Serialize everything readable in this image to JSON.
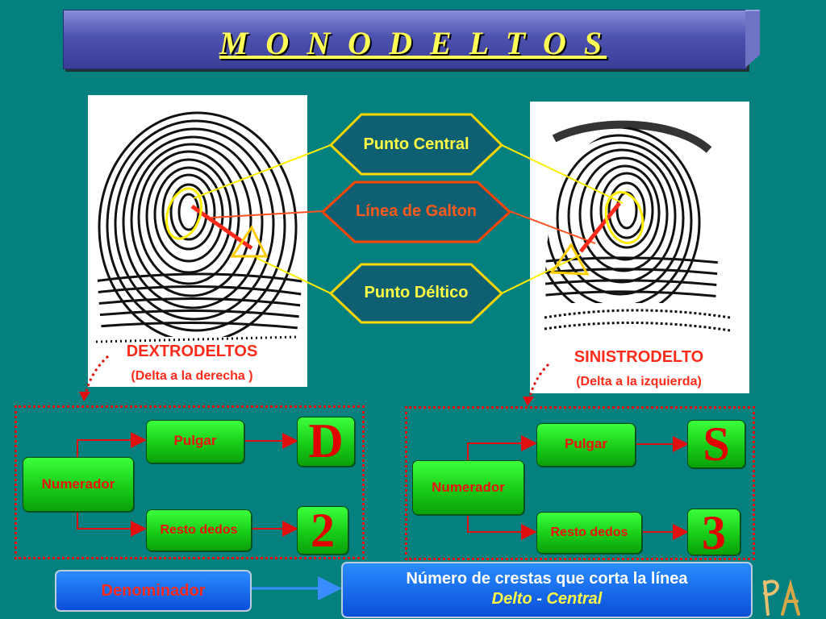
{
  "title": "M O N O D E L T O S",
  "hexagons": {
    "central": "Punto Central",
    "galton": "Línea de Galton",
    "deltico": "Punto Déltico"
  },
  "left": {
    "caption": "DEXTRODELTOS",
    "subcaption": "(Delta a la derecha )",
    "numerador": "Numerador",
    "pulgar": "Pulgar",
    "resto": "Resto dedos",
    "letter": "D",
    "number": "2"
  },
  "right": {
    "caption": "SINISTRODELTO",
    "subcaption": "(Delta a la izquierda)",
    "numerador": "Numerador",
    "pulgar": "Pulgar",
    "resto": "Resto dedos",
    "letter": "S",
    "number": "3"
  },
  "bottom": {
    "denominador": "Denominador",
    "description_line1": "Número de crestas que corta la línea",
    "description_delto": "Delto",
    "description_dash": " - ",
    "description_central": "Central"
  },
  "logo_text": "PA",
  "colors": {
    "background": "#04807f",
    "title": "#ffff55",
    "hex_yellow": "#ffd700",
    "hex_red": "#ff4500",
    "accent_red": "#e00000",
    "box_green": "#18cc18"
  }
}
